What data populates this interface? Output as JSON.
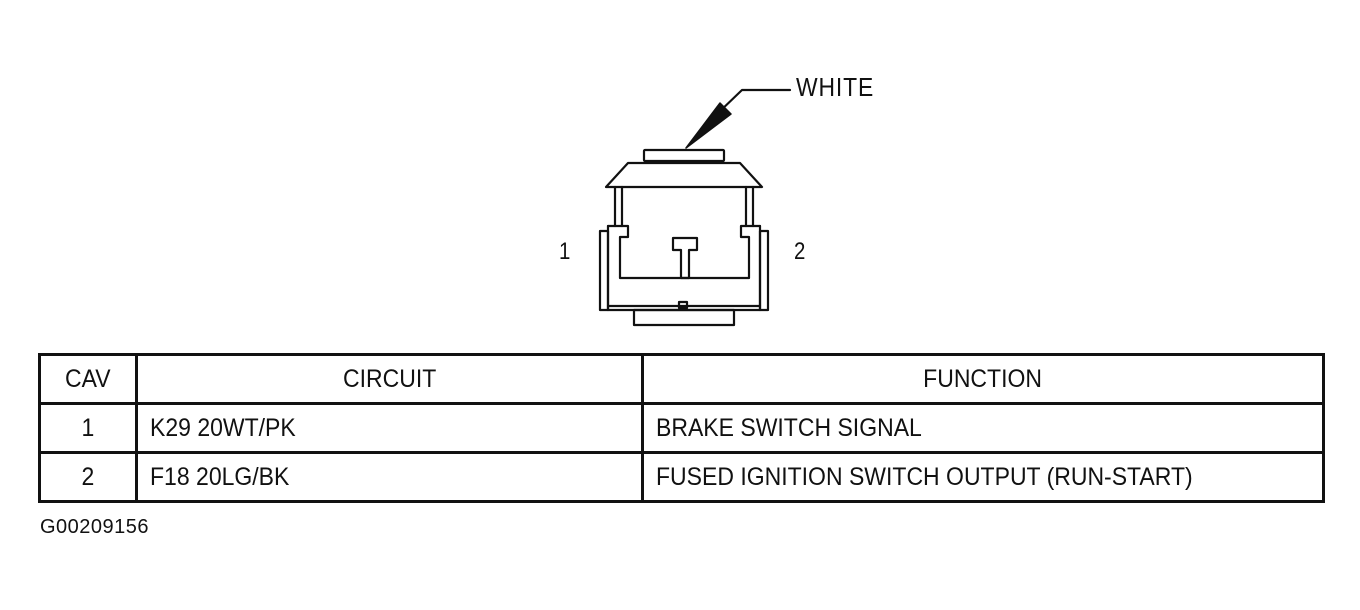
{
  "diagram": {
    "callout_label": "WHITE",
    "pin_labels": [
      "1",
      "2"
    ]
  },
  "table": {
    "headers": {
      "cav": "CAV",
      "circuit": "CIRCUIT",
      "function": "FUNCTION"
    },
    "rows": [
      {
        "cav": "1",
        "circuit": "K29 20WT/PK",
        "function": "BRAKE SWITCH SIGNAL"
      },
      {
        "cav": "2",
        "circuit": "F18 20LG/BK",
        "function": "FUSED IGNITION SWITCH OUTPUT (RUN-START)"
      }
    ]
  },
  "figure_code": "G00209156"
}
